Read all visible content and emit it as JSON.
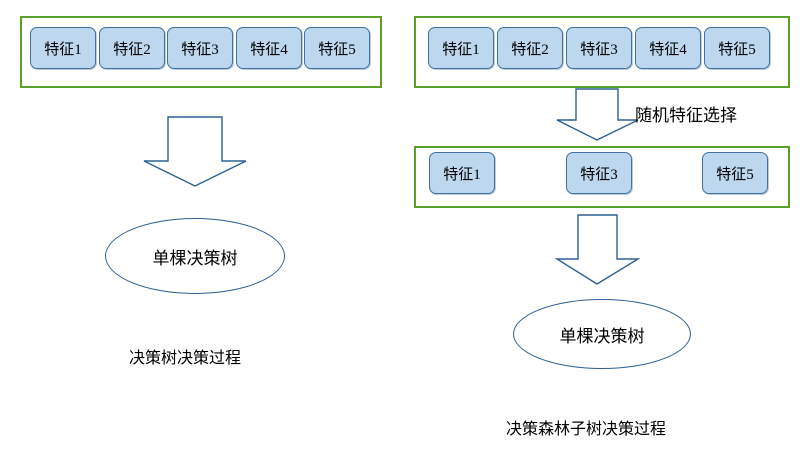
{
  "diagram": {
    "title_hidden": "",
    "colors": {
      "group_border_green": "#5aa02c",
      "feature_fill_blue": "#bdd7ee",
      "feature_border_blue": "#41719c",
      "arrow_outline_blue": "#2e6094",
      "ellipse_outline_blue": "#2e6094",
      "background": "#ffffff",
      "text": "#000000"
    },
    "left_flow": {
      "feature_group": {
        "label": "feature-set-all",
        "features": [
          {
            "label": "特征1"
          },
          {
            "label": "特征2"
          },
          {
            "label": "特征3"
          },
          {
            "label": "特征4"
          },
          {
            "label": "特征5"
          }
        ]
      },
      "arrow": {
        "direction": "down",
        "label": ""
      },
      "result_node": {
        "label": "单棵决策树"
      },
      "caption": "决策树决策过程"
    },
    "right_flow": {
      "feature_group": {
        "label": "feature-set-all",
        "features": [
          {
            "label": "特征1"
          },
          {
            "label": "特征2"
          },
          {
            "label": "特征3"
          },
          {
            "label": "特征4"
          },
          {
            "label": "特征5"
          }
        ]
      },
      "selection_arrow": {
        "direction": "down",
        "label": "随机特征选择"
      },
      "selected_group": {
        "label": "feature-set-sampled",
        "features": [
          {
            "label": "特征1"
          },
          {
            "label": "特征3"
          },
          {
            "label": "特征5"
          }
        ]
      },
      "arrow": {
        "direction": "down",
        "label": ""
      },
      "result_node": {
        "label": "单棵决策树"
      },
      "caption": "决策森林子树决策过程"
    }
  }
}
